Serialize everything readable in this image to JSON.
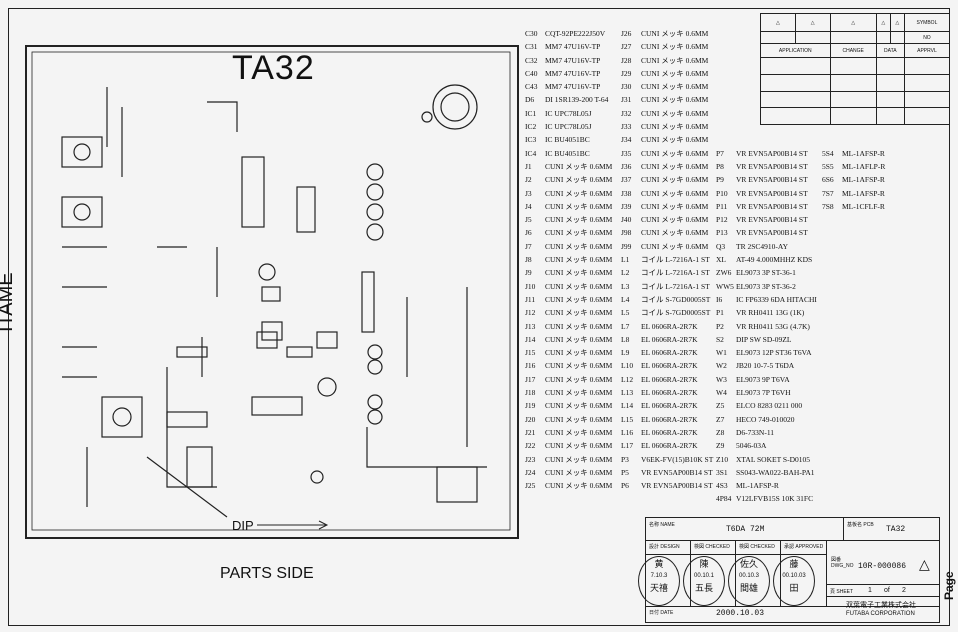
{
  "board": {
    "title": "TA32",
    "side_label": "ITAME",
    "direction_label": "DIP",
    "parts_side": "PARTS SIDE"
  },
  "page_tab": "Page",
  "parts_list": {
    "col1": [
      [
        "C30",
        "CQT-92PE222J50V"
      ],
      [
        "C31",
        "MM7 47U16V-TP"
      ],
      [
        "C32",
        "MM7 47U16V-TP"
      ],
      [
        "C40",
        "MM7 47U16V-TP"
      ],
      [
        "C43",
        "MM7 47U16V-TP"
      ],
      [
        "D6",
        "DI 1SR139-200 T-64"
      ],
      [
        "IC1",
        "IC UPC78L05J"
      ],
      [
        "IC2",
        "IC UPC78L05J"
      ],
      [
        "IC3",
        "IC BU4051BC"
      ],
      [
        "IC4",
        "IC BU4051BC"
      ],
      [
        "J1",
        "CUNI メッキ 0.6MM"
      ],
      [
        "J2",
        "CUNI メッキ 0.6MM"
      ],
      [
        "J3",
        "CUNI メッキ 0.6MM"
      ],
      [
        "J4",
        "CUNI メッキ 0.6MM"
      ],
      [
        "J5",
        "CUNI メッキ 0.6MM"
      ],
      [
        "J6",
        "CUNI メッキ 0.6MM"
      ],
      [
        "J7",
        "CUNI メッキ 0.6MM"
      ],
      [
        "J8",
        "CUNI メッキ 0.6MM"
      ],
      [
        "J9",
        "CUNI メッキ 0.6MM"
      ],
      [
        "J10",
        "CUNI メッキ 0.6MM"
      ],
      [
        "J11",
        "CUNI メッキ 0.6MM"
      ],
      [
        "J12",
        "CUNI メッキ 0.6MM"
      ],
      [
        "J13",
        "CUNI メッキ 0.6MM"
      ],
      [
        "J14",
        "CUNI メッキ 0.6MM"
      ],
      [
        "J15",
        "CUNI メッキ 0.6MM"
      ],
      [
        "J16",
        "CUNI メッキ 0.6MM"
      ],
      [
        "J17",
        "CUNI メッキ 0.6MM"
      ],
      [
        "J18",
        "CUNI メッキ 0.6MM"
      ],
      [
        "J19",
        "CUNI メッキ 0.6MM"
      ],
      [
        "J20",
        "CUNI メッキ 0.6MM"
      ],
      [
        "J21",
        "CUNI メッキ 0.6MM"
      ],
      [
        "J22",
        "CUNI メッキ 0.6MM"
      ],
      [
        "J23",
        "CUNI メッキ 0.6MM"
      ],
      [
        "J24",
        "CUNI メッキ 0.6MM"
      ],
      [
        "J25",
        "CUNI メッキ 0.6MM"
      ]
    ],
    "col2": [
      [
        "J26",
        "CUNI メッキ 0.6MM"
      ],
      [
        "J27",
        "CUNI メッキ 0.6MM"
      ],
      [
        "J28",
        "CUNI メッキ 0.6MM"
      ],
      [
        "J29",
        "CUNI メッキ 0.6MM"
      ],
      [
        "J30",
        "CUNI メッキ 0.6MM"
      ],
      [
        "J31",
        "CUNI メッキ 0.6MM"
      ],
      [
        "J32",
        "CUNI メッキ 0.6MM"
      ],
      [
        "J33",
        "CUNI メッキ 0.6MM"
      ],
      [
        "J34",
        "CUNI メッキ 0.6MM"
      ],
      [
        "J35",
        "CUNI メッキ 0.6MM"
      ],
      [
        "J36",
        "CUNI メッキ 0.6MM"
      ],
      [
        "J37",
        "CUNI メッキ 0.6MM"
      ],
      [
        "J38",
        "CUNI メッキ 0.6MM"
      ],
      [
        "J39",
        "CUNI メッキ 0.6MM"
      ],
      [
        "J40",
        "CUNI メッキ 0.6MM"
      ],
      [
        "J98",
        "CUNI メッキ 0.6MM"
      ],
      [
        "J99",
        "CUNI メッキ 0.6MM"
      ],
      [
        "L1",
        "コイル L-7216A-1 ST"
      ],
      [
        "L2",
        "コイル L-7216A-1 ST"
      ],
      [
        "L3",
        "コイル L-7216A-1 ST"
      ],
      [
        "L4",
        "コイル S-7GD0005ST"
      ],
      [
        "L5",
        "コイル S-7GD0005ST"
      ],
      [
        "L7",
        "EL 0606RA-2R7K"
      ],
      [
        "L8",
        "EL 0606RA-2R7K"
      ],
      [
        "L9",
        "EL 0606RA-2R7K"
      ],
      [
        "L10",
        "EL 0606RA-2R7K"
      ],
      [
        "L12",
        "EL 0606RA-2R7K"
      ],
      [
        "L13",
        "EL 0606RA-2R7K"
      ],
      [
        "L14",
        "EL 0606RA-2R7K"
      ],
      [
        "L15",
        "EL 0606RA-2R7K"
      ],
      [
        "L16",
        "EL 0606RA-2R7K"
      ],
      [
        "L17",
        "EL 0606RA-2R7K"
      ],
      [
        "P3",
        "V6EK-FV(15)B10K ST"
      ],
      [
        "P5",
        "VR EVN5AP00B14 ST"
      ],
      [
        "P6",
        "VR EVN5AP00B14 ST"
      ]
    ],
    "col3": [
      [
        "P7",
        "VR EVN5AP00B14 ST"
      ],
      [
        "P8",
        "VR EVN5AP00B14 ST"
      ],
      [
        "P9",
        "VR EVN5AP00B14 ST"
      ],
      [
        "P10",
        "VR EVN5AP00B14 ST"
      ],
      [
        "P11",
        "VR EVN5AP00B14 ST"
      ],
      [
        "P12",
        "VR EVN5AP00B14 ST"
      ],
      [
        "P13",
        "VR EVN5AP00B14 ST"
      ],
      [
        "Q3",
        "TR 2SC4910-AY"
      ],
      [
        "XL",
        "AT-49 4.000MHHZ KDS"
      ],
      [
        "ZW6",
        "EL9073 3P ST-36-1"
      ],
      [
        "WW5",
        "EL9073 3P ST-36-2"
      ],
      [
        "I6",
        "IC FP6339 6DA HITACHI"
      ],
      [
        "P1",
        "VR RH0411 13G (1K)"
      ],
      [
        "P2",
        "VR RH0411 53G (4.7K)"
      ],
      [
        "S2",
        "DIP SW SD-09ZL"
      ],
      [
        "W1",
        "EL9073 12P ST36 T6VA"
      ],
      [
        "W2",
        "JB20 10-7-5 T6DA"
      ],
      [
        "W3",
        "EL9073 9P T6VA"
      ],
      [
        "W4",
        "EL9073 7P T6VH"
      ],
      [
        "Z5",
        "ELCO 8283 0211 000"
      ],
      [
        "Z7",
        "HECO 749-010020"
      ],
      [
        "Z8",
        "D6-733N-11"
      ],
      [
        "Z9",
        "5046-03A"
      ],
      [
        "Z10",
        "XTAL SOKET S-D0105"
      ],
      [
        "3S1",
        "SS043-WA022-BAH-PA1"
      ],
      [
        "4S3",
        "ML-1AFSP-R"
      ],
      [
        "4P84",
        "V12LFVB15S 10K 31FC"
      ]
    ],
    "col4": [
      [
        "5S4",
        "ML-1AFSP-R"
      ],
      [
        "5S5",
        "ML-1AFLP-R"
      ],
      [
        "6S6",
        "ML-1AFSP-R"
      ],
      [
        "7S7",
        "ML-1AFSP-R"
      ],
      [
        "7S8",
        "ML-1CFLF-R"
      ]
    ]
  },
  "revision_table": {
    "symbol_label": "SYMBOL",
    "no_label": "NO",
    "headers": [
      "APPLICATION",
      "CHANGE",
      "DATA",
      "APPRVL"
    ]
  },
  "title_block": {
    "name_label": "名称 NAME",
    "name": "T6DA 72M",
    "pcb_label": "基板名 PCB",
    "pcb": "TA32",
    "design_label": "設計 DESIGN",
    "checked_label": "検図 CHECKED",
    "checked2_label": "検図 CHECKED",
    "approved_label": "承認 APPROVED",
    "stamps": [
      [
        "黄",
        "7.10.3",
        "天禧"
      ],
      [
        "陳",
        "00.10.1",
        "五長"
      ],
      [
        "佐久",
        "00.10.3",
        "間雄"
      ],
      [
        "藤",
        "00.10.03",
        "田"
      ]
    ],
    "dwg_label": "図番 DWG_NO",
    "dwg_no": "10R-000086",
    "sheet_label": "頁 SHEET",
    "sheet": "1",
    "of": "of",
    "sheets": "2",
    "date_label": "日付 DATE",
    "date": "2000.10.03",
    "company_jp": "双葉電子工業株式会社",
    "company_en": "FUTABA CORPORATION"
  }
}
